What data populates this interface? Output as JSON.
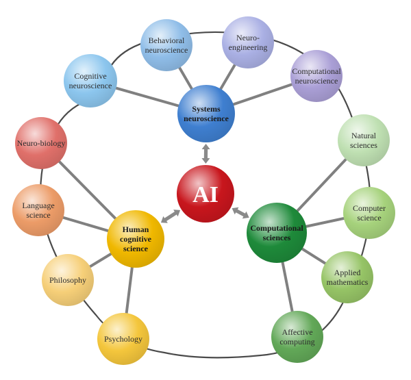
{
  "colors": {
    "ring": "#4a4a4a",
    "connector": "#808080",
    "arrow": "#8a8a8a"
  },
  "center": {
    "label": "AI",
    "color": "#c8161d",
    "icon": "ai-node"
  },
  "hubs": {
    "systems": {
      "lines": [
        "Systems",
        "neuroscience"
      ],
      "color": "#3f7fd0"
    },
    "human": {
      "lines": [
        "Human",
        "cognitive",
        "science"
      ],
      "color": "#f0b800"
    },
    "computational": {
      "lines": [
        "Computational",
        "sciences"
      ],
      "color": "#1e8a3a"
    }
  },
  "outer": {
    "behavioral": {
      "lines": [
        "Behavioral",
        "neuroscience"
      ],
      "color": "#8fbde8"
    },
    "neuroeng": {
      "lines": [
        "Neuro-",
        "engineering"
      ],
      "color": "#aab0e4"
    },
    "compneuro": {
      "lines": [
        "Computational",
        "neuroscience"
      ],
      "color": "#aa9fd6"
    },
    "cognitive": {
      "lines": [
        "Cognitive",
        "neuroscience"
      ],
      "color": "#8cc6ee"
    },
    "neurobio": {
      "lines": [
        "Neuro-biology"
      ],
      "color": "#e0706a"
    },
    "language": {
      "lines": [
        "Language",
        "science"
      ],
      "color": "#ec9c68"
    },
    "philosophy": {
      "lines": [
        "Philosophy"
      ],
      "color": "#f6cf78"
    },
    "psychology": {
      "lines": [
        "Psychology"
      ],
      "color": "#f4c63c"
    },
    "natural": {
      "lines": [
        "Natural",
        "sciences"
      ],
      "color": "#bfe0b2"
    },
    "computer": {
      "lines": [
        "Computer",
        "science"
      ],
      "color": "#a6d27c"
    },
    "applied": {
      "lines": [
        "Applied",
        "mathematics"
      ],
      "color": "#96c466"
    },
    "affective": {
      "lines": [
        "Affective",
        "computing"
      ],
      "color": "#62a858"
    }
  }
}
